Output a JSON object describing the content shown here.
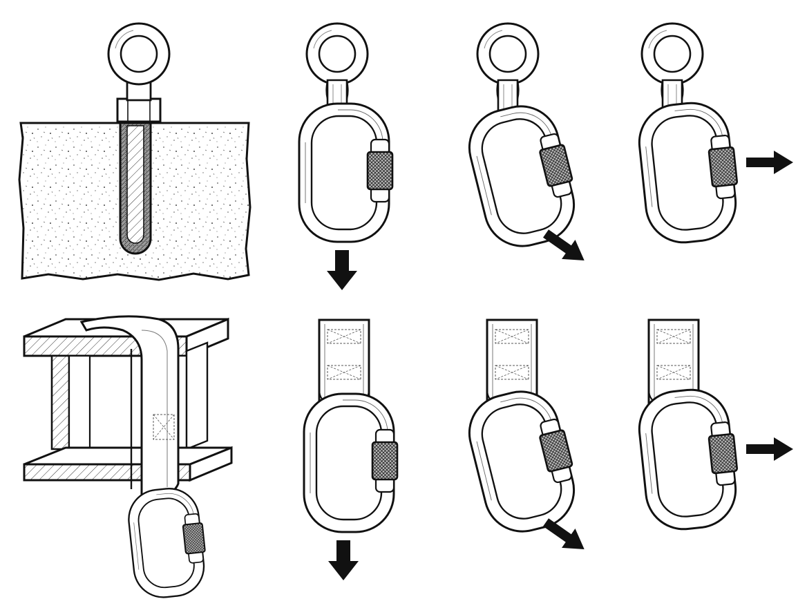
{
  "diagram": {
    "background": "#ffffff",
    "line_color": "#111111",
    "rows": [
      {
        "anchor": "eye-bolt-in-concrete",
        "carabiners": [
          {
            "orientation": "vertical",
            "load_direction": "down"
          },
          {
            "orientation": "tilted",
            "load_direction": "diagonal-down-right"
          },
          {
            "orientation": "vertical",
            "load_direction": "right"
          }
        ]
      },
      {
        "anchor": "webbing-sling-on-i-beam",
        "carabiners": [
          {
            "orientation": "vertical",
            "load_direction": "down"
          },
          {
            "orientation": "tilted",
            "load_direction": "diagonal-down-right"
          },
          {
            "orientation": "vertical",
            "load_direction": "right"
          }
        ]
      }
    ],
    "icons": [
      "eye-bolt-icon",
      "concrete-block-icon",
      "i-beam-icon",
      "webbing-sling-icon",
      "carabiner-icon",
      "screw-gate-icon",
      "arrow-icon"
    ]
  }
}
